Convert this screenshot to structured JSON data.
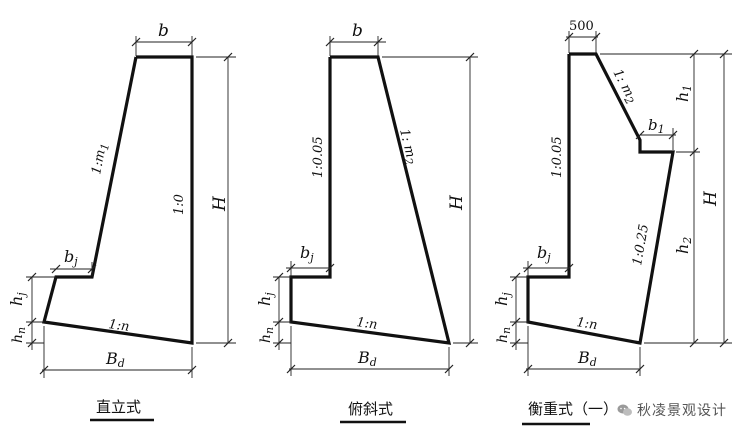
{
  "walls": {
    "vertical": {
      "title": "直立式",
      "dim_b": "b",
      "dim_H": "H",
      "dim_bj": "b",
      "dim_bj_sub": "j",
      "dim_hj": "h",
      "dim_hj_sub": "j",
      "dim_hn": "h",
      "dim_hn_sub": "n",
      "dim_Bd": "B",
      "dim_Bd_sub": "d",
      "slope_front": "1:m",
      "slope_front_sub": "1",
      "slope_back": "1:0",
      "slope_base": "1:n"
    },
    "inclined": {
      "title": "俯斜式",
      "dim_b": "b",
      "dim_H": "H",
      "dim_bj": "b",
      "dim_bj_sub": "j",
      "dim_hj": "h",
      "dim_hj_sub": "j",
      "dim_hn": "h",
      "dim_hn_sub": "n",
      "dim_Bd": "B",
      "dim_Bd_sub": "d",
      "slope_front": "1:0.05",
      "slope_back": "1: m",
      "slope_back_sub": "2",
      "slope_base": "1:n"
    },
    "balance": {
      "title": "衡重式（一）",
      "dim_top": "500",
      "dim_H": "H",
      "dim_h1": "h",
      "dim_h1_sub": "1",
      "dim_h2": "h",
      "dim_h2_sub": "2",
      "dim_b1": "b",
      "dim_b1_sub": "1",
      "dim_bj": "b",
      "dim_bj_sub": "j",
      "dim_hj": "h",
      "dim_hj_sub": "j",
      "dim_hn": "h",
      "dim_hn_sub": "n",
      "dim_Bd": "B",
      "dim_Bd_sub": "d",
      "slope_front": "1:0.05",
      "slope_upper": "1: m",
      "slope_upper_sub": "2",
      "slope_lower": "1:0.25",
      "slope_base": "1:n"
    }
  },
  "watermark": {
    "text": "秋凌景观设计",
    "icon": "wechat-icon"
  }
}
